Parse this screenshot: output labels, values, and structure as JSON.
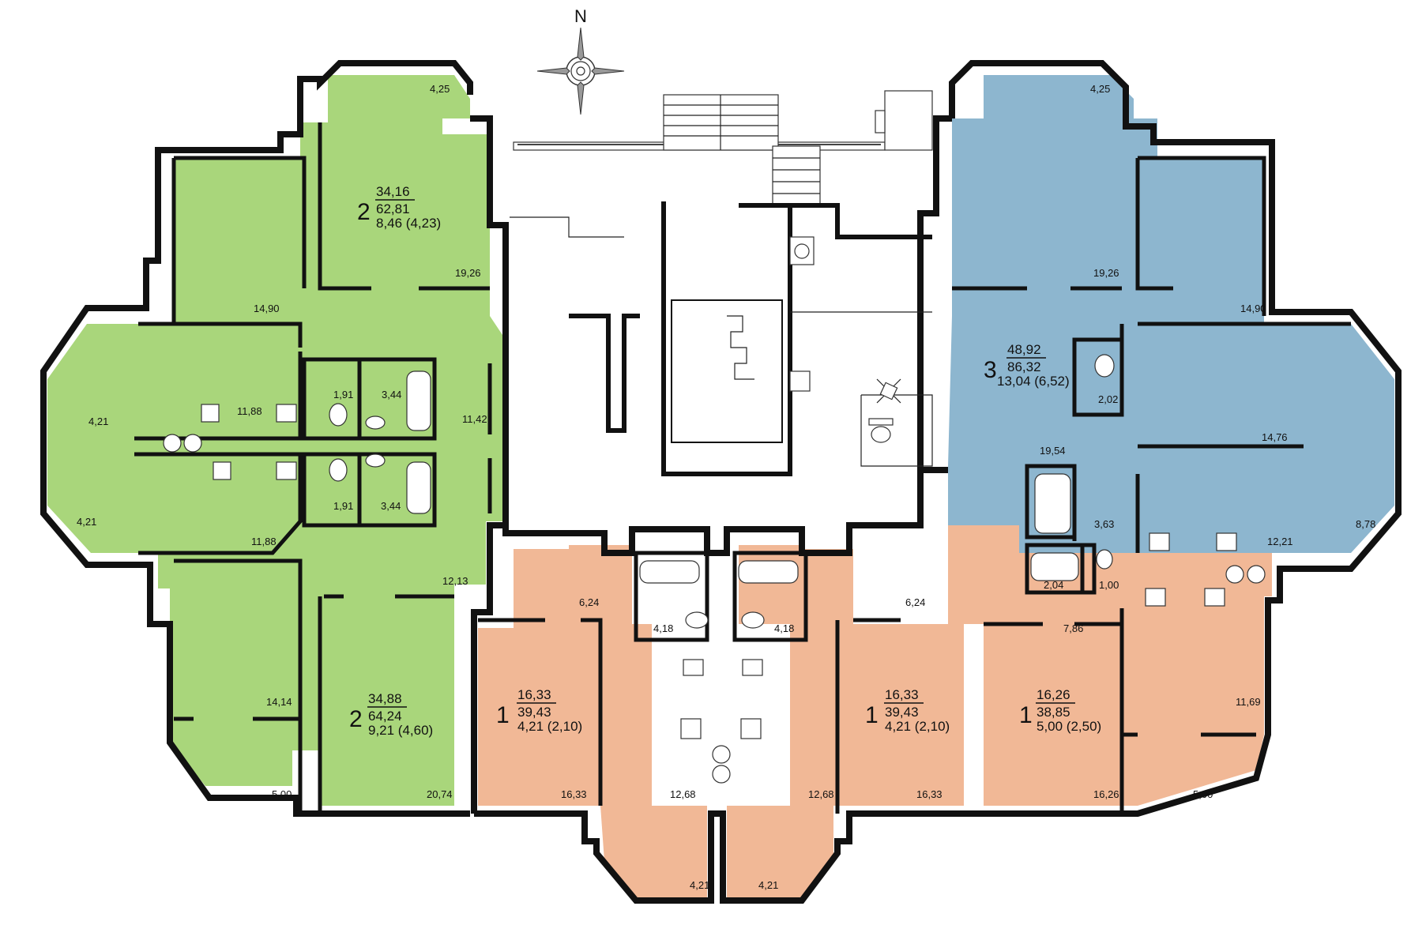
{
  "compass": {
    "label": "N"
  },
  "colors": {
    "green": "#a9d67b",
    "blue": "#8db6cf",
    "peach": "#f1b896",
    "wall": "#111111"
  },
  "apartments": {
    "green_top": {
      "rooms": "2",
      "living": "34,16",
      "total": "62,81",
      "balcony": "8,46 (4,23)"
    },
    "green_bottom": {
      "rooms": "2",
      "living": "34,88",
      "total": "64,24",
      "balcony": "9,21 (4,60)"
    },
    "blue": {
      "rooms": "3",
      "living": "48,92",
      "total": "86,32",
      "balcony": "13,04 (6,52)"
    },
    "peach_a": {
      "rooms": "1",
      "living": "16,33",
      "total": "39,43",
      "balcony": "4,21 (2,10)"
    },
    "peach_b": {
      "rooms": "1",
      "living": "16,33",
      "total": "39,43",
      "balcony": "4,21 (2,10)"
    },
    "peach_c": {
      "rooms": "1",
      "living": "16,26",
      "total": "38,85",
      "balcony": "5,00 (2,50)"
    }
  },
  "room_areas": {
    "g_bay_top": "4,25",
    "g_room_19": "19,26",
    "g_room_14": "14,90",
    "g_kitchen_top": "11,88",
    "g_bay_left_top": "4,21",
    "g_wc_top": "1,91",
    "g_bath_top": "3,44",
    "g_hall_top": "11,42",
    "g_bay_left_bottom": "4,21",
    "g_wc_bottom": "1,91",
    "g_bath_bottom": "3,44",
    "g_kitchen_bottom": "11,88",
    "g_hall_bottom": "12,13",
    "g_room_1414": "14,14",
    "g_balcony_bottom": "5,00",
    "g_room_20": "20,74",
    "b_bay_top": "4,25",
    "b_room_19": "19,26",
    "b_room_14": "14,90",
    "b_wc": "2,02",
    "b_room_1476": "14,76",
    "b_hall": "19,54",
    "b_bath": "3,63",
    "b_bay_right": "8,78",
    "b_kitchen": "12,21",
    "pa_hall": "6,24",
    "pa_bath": "4,18",
    "pa_room": "16,33",
    "pa_kitchen": "12,68",
    "pa_balcony": "4,21",
    "pb_hall": "6,24",
    "pb_bath": "4,18",
    "pb_room": "16,33",
    "pb_kitchen": "12,68",
    "pb_balcony": "4,21",
    "pc_bath": "2,04",
    "pc_wc": "1,00",
    "pc_hall": "7,86",
    "pc_kitchen": "11,69",
    "pc_room": "16,26",
    "pc_balcony": "5,00"
  }
}
